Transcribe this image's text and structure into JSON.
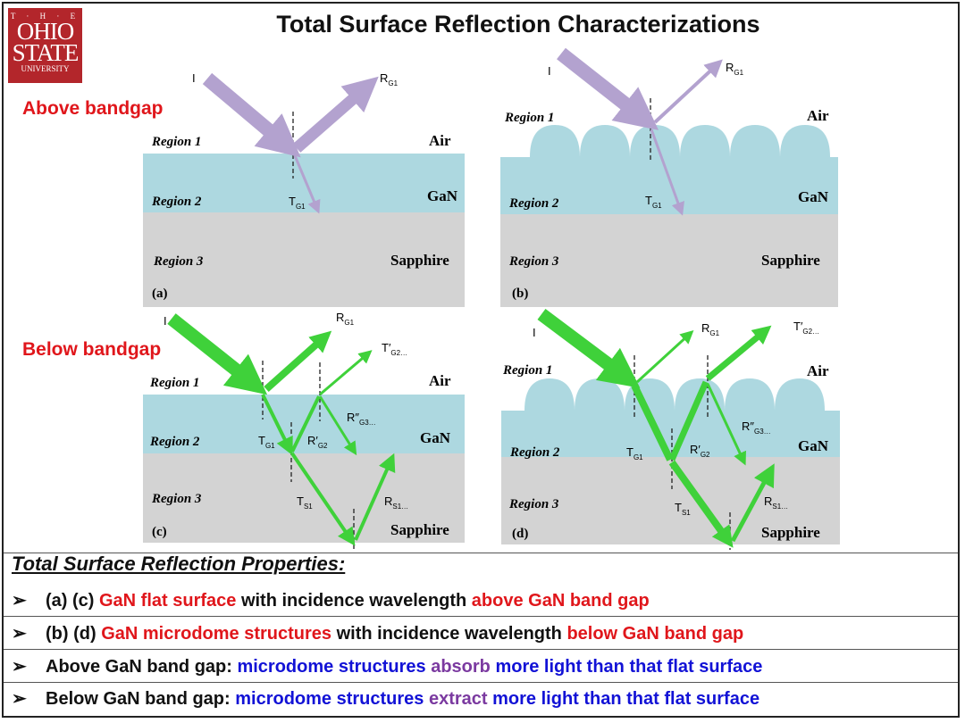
{
  "logo": {
    "line1": "T · H · E",
    "line2": "OHIO",
    "line3": "STATE",
    "line4": "UNIVERSITY"
  },
  "title": "Total Surface Reflection Characterizations",
  "labels": {
    "above_bandgap": "Above bandgap",
    "below_bandgap": "Below bandgap"
  },
  "panels": {
    "region1": "Region 1",
    "region2": "Region 2",
    "region3": "Region 3",
    "air": "Air",
    "gan": "GaN",
    "sapphire": "Sapphire",
    "a": "(a)",
    "b": "(b)",
    "c": "(c)",
    "d": "(d)",
    "incident": "I",
    "r_g1": "R",
    "r_g1_sub": "G1",
    "t_g1": "T",
    "t_g1_sub": "G1",
    "t_prime_g2": "T′",
    "t_prime_g2_sub": "G2…",
    "r_dprime_g3": "R″",
    "r_dprime_g3_sub": "G3…",
    "r_prime_g2": "R′",
    "r_prime_g2_sub": "G2",
    "t_s1": "T",
    "t_s1_sub": "S1",
    "r_s1": "R",
    "r_s1_sub": "S1…"
  },
  "colors": {
    "gan": "#add8e0",
    "sapphire": "#d3d3d3",
    "purple_beam": "#b3a2cf",
    "green_beam": "#3fd13a"
  },
  "properties": {
    "title": "Total Surface Reflection Properties:",
    "b1": {
      "prefix": "(a) (c) ",
      "red1": "GaN flat surface",
      "mid": " with incidence wavelength ",
      "red2": "above GaN band gap"
    },
    "b2": {
      "prefix": "(b) (d) ",
      "red1": "GaN microdome structures",
      "mid": " with incidence wavelength ",
      "red2": "below GaN band gap"
    },
    "b3": {
      "prefix": "Above GaN band gap: ",
      "blue1": "microdome structures ",
      "purple": "absorb",
      "blue2": " more light than that flat surface"
    },
    "b4": {
      "prefix": "Below GaN band gap: ",
      "blue1": "microdome structures ",
      "purple": "extract",
      "blue2": " more light than that flat surface"
    }
  }
}
